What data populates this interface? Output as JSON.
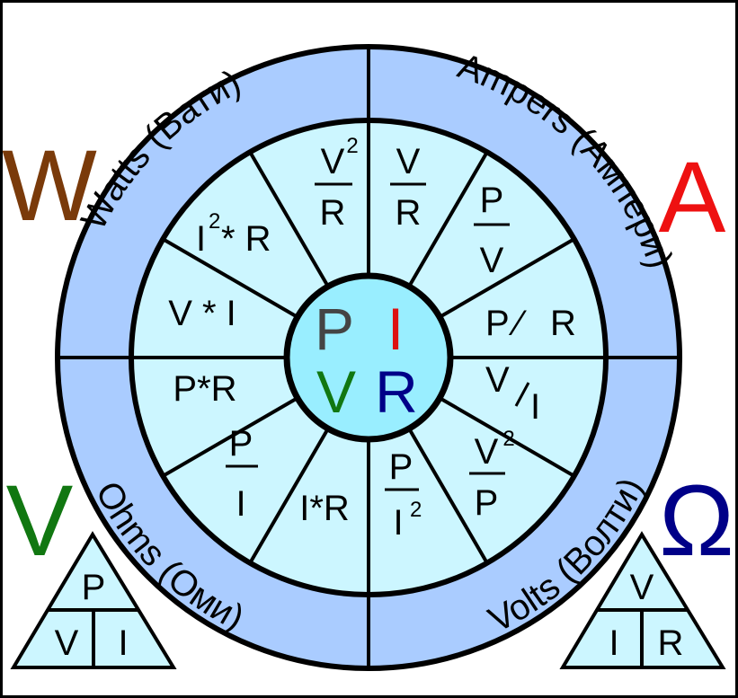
{
  "corner_letters": {
    "watts": "W",
    "amperes": "A",
    "volts": "V",
    "ohms": "Ω"
  },
  "ring_labels": {
    "watts": "Watts (Вати)",
    "amperes": "Ampers (Ампери)",
    "ohms": "Ohms (Оми)",
    "volts": "Volts (Волти)"
  },
  "center": {
    "P": "P",
    "I": "I",
    "V": "V",
    "R": "R"
  },
  "formulas": {
    "watts_1": {
      "num": "V",
      "sup": "2",
      "den": "R"
    },
    "watts_2": {
      "base": "I",
      "sup": "2",
      "rest": "* R"
    },
    "watts_3": {
      "text": "V * I"
    },
    "amperes_1": {
      "num": "V",
      "den": "R"
    },
    "amperes_2": {
      "num": "P",
      "den": "V"
    },
    "amperes_3": {
      "left": "P",
      "slash": "⁄",
      "right": "R"
    },
    "ohms_1": {
      "left": "V",
      "right": "I"
    },
    "ohms_2": {
      "num": "V",
      "sup": "2",
      "den": "P"
    },
    "ohms_3": {
      "num": "P",
      "den": "I",
      "den_sup": "2"
    },
    "volts_1": {
      "text": "I*R"
    },
    "volts_2": {
      "num": "P",
      "den": "I"
    },
    "volts_3": {
      "text": "P*R"
    }
  },
  "triangles": {
    "left": {
      "top": "P",
      "bottom_left": "V",
      "bottom_right": "I"
    },
    "right": {
      "top": "V",
      "bottom_left": "I",
      "bottom_right": "R"
    }
  },
  "colors": {
    "ring": "#aaccff",
    "segments": "#ccf6ff",
    "hub": "#99eeff",
    "watts": "#7a3a0a",
    "amperes": "#ee1111",
    "volts": "#117711",
    "ohms": "#000088",
    "text": "#000000"
  }
}
